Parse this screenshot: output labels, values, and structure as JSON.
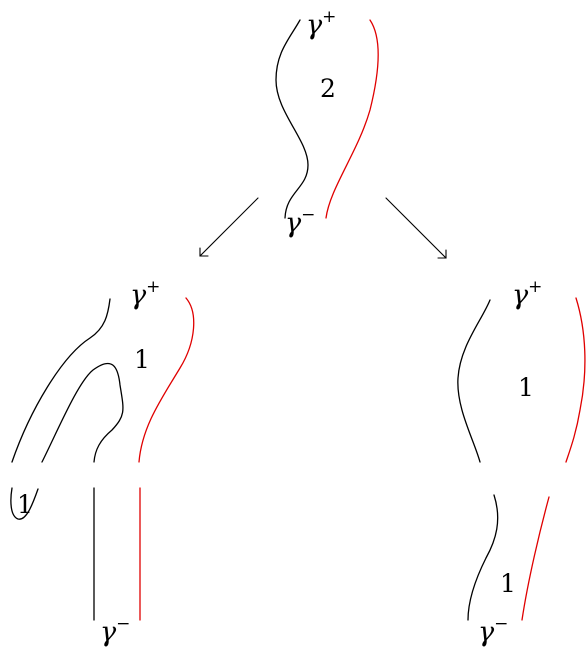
{
  "diagram": {
    "gamma_symbol": "γ",
    "plus": "+",
    "minus": "−",
    "top": {
      "region_label": "2"
    },
    "left": {
      "region_label": "1",
      "cap_label": "1"
    },
    "right": {
      "upper_label": "1",
      "lower_label": "1"
    }
  },
  "colors": {
    "curve": "#000000",
    "highlight": "#e00000"
  }
}
